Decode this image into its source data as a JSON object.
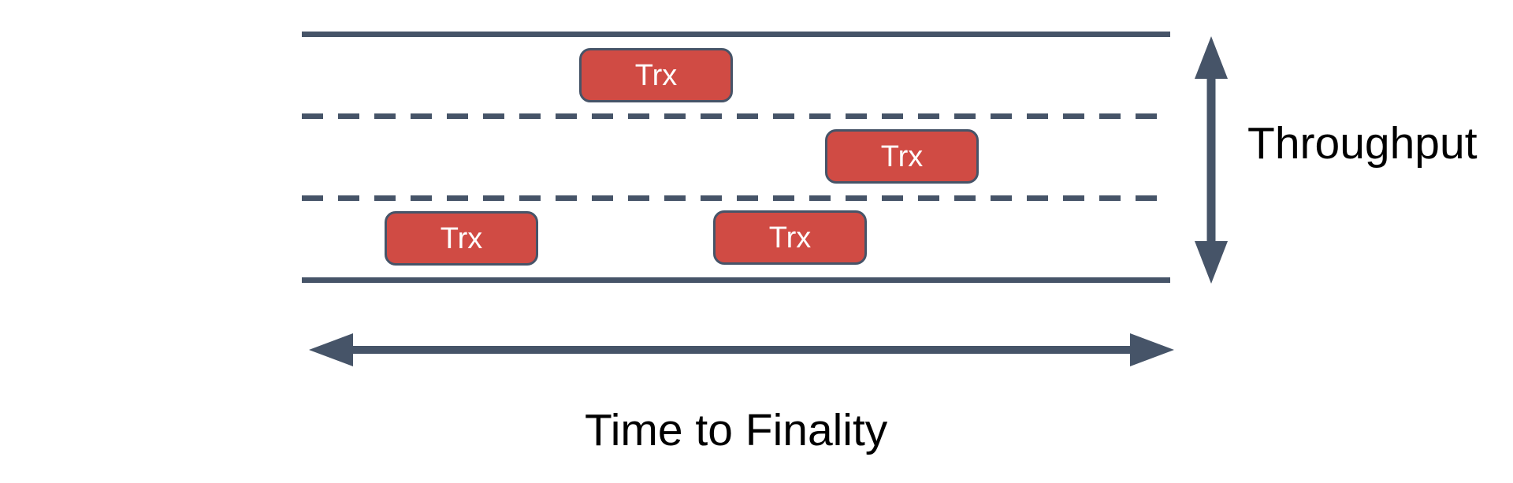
{
  "diagram": {
    "description": "road-lanes-transactions-diagram",
    "road": {
      "lane_count": 3,
      "boundary_style": "solid",
      "divider_style": "dashed"
    },
    "boxes": [
      {
        "label": "Trx",
        "lane": "top"
      },
      {
        "label": "Trx",
        "lane": "middle"
      },
      {
        "label": "Trx",
        "lane": "bottom"
      },
      {
        "label": "Trx",
        "lane": "bottom"
      }
    ],
    "axes": {
      "vertical_label": "Throughput",
      "horizontal_label": "Time to Finality"
    }
  },
  "colors": {
    "line": "#465468",
    "box_fill": "#D04B44",
    "box_border": "#465468",
    "box_text": "#FFFFFF",
    "label_text": "#000000",
    "background": "#FFFFFF"
  }
}
